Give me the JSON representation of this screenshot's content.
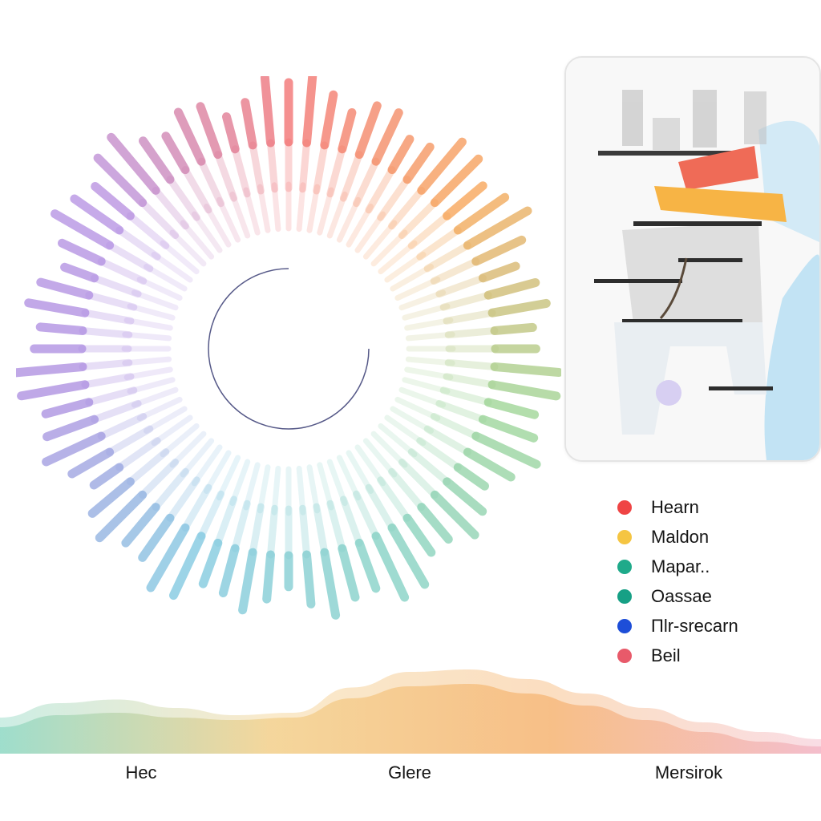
{
  "chart_data": [
    {
      "type": "radial-bar",
      "bar_count": 72,
      "color_stops": [
        "#f26b6b",
        "#f7a350",
        "#9bd38f",
        "#7fd0c2",
        "#7cc6e0",
        "#a98be0",
        "#b48ee2",
        "#f26b6b"
      ]
    },
    {
      "type": "area",
      "x_labels": [
        "Hec",
        "Glere",
        "Mersirok"
      ],
      "color_stops": [
        "#8fd8c4",
        "#f3d08c",
        "#f6b574",
        "#f2b4c4"
      ],
      "series": [
        {
          "values": [
            0.3,
            0.42,
            0.45,
            0.38,
            0.32,
            0.34,
            0.55,
            0.68,
            0.7,
            0.62,
            0.5,
            0.38,
            0.26,
            0.18,
            0.12
          ]
        },
        {
          "values": [
            0.22,
            0.32,
            0.34,
            0.3,
            0.28,
            0.3,
            0.46,
            0.56,
            0.58,
            0.5,
            0.4,
            0.28,
            0.18,
            0.1,
            0.06
          ]
        }
      ]
    }
  ],
  "legend": {
    "items": [
      {
        "label": "Hearn",
        "color": "#ef4444"
      },
      {
        "label": "Maldon",
        "color": "#f5c542"
      },
      {
        "label": "Mapar..",
        "color": "#1faa8a"
      },
      {
        "label": "Oassae",
        "color": "#16a085"
      },
      {
        "label": "Пlr-srecarn",
        "color": "#1d4ed8"
      },
      {
        "label": "Beil",
        "color": "#e85a6a"
      }
    ]
  }
}
